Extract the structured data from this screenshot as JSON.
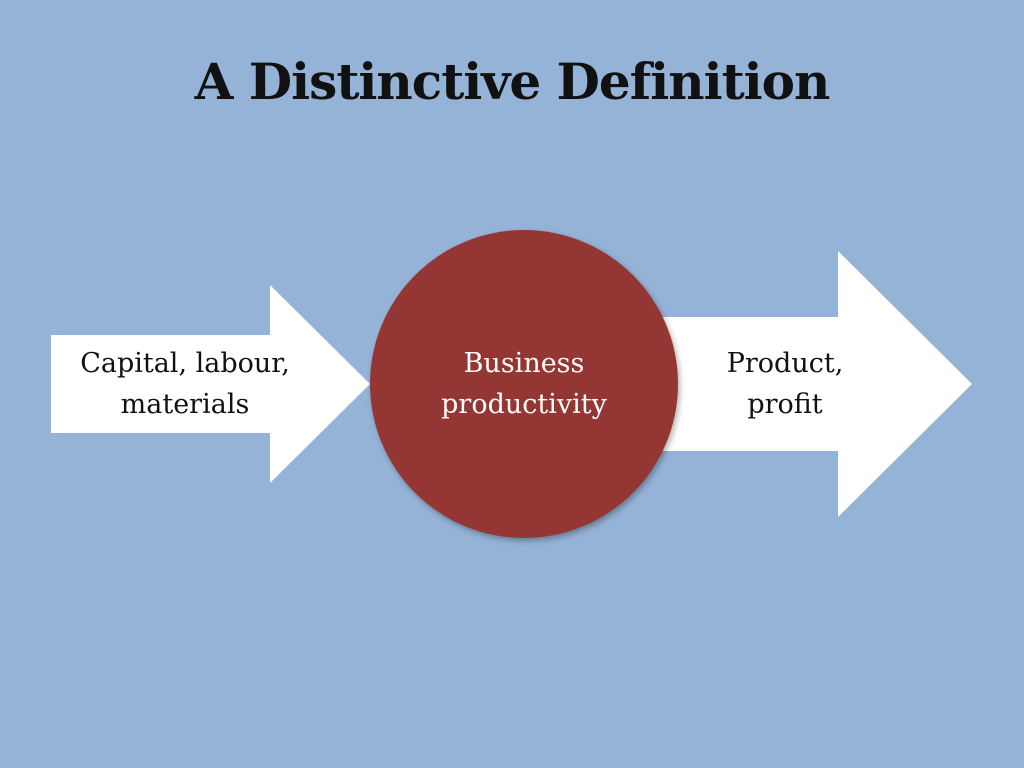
{
  "title": "A Distinctive Definition",
  "diagram": {
    "input": "Capital, labour, materials",
    "center": "Business productivity",
    "output": "Product, profit",
    "colors": {
      "background": "#95b3d7",
      "circle": "#943634",
      "arrow": "#ffffff"
    }
  }
}
